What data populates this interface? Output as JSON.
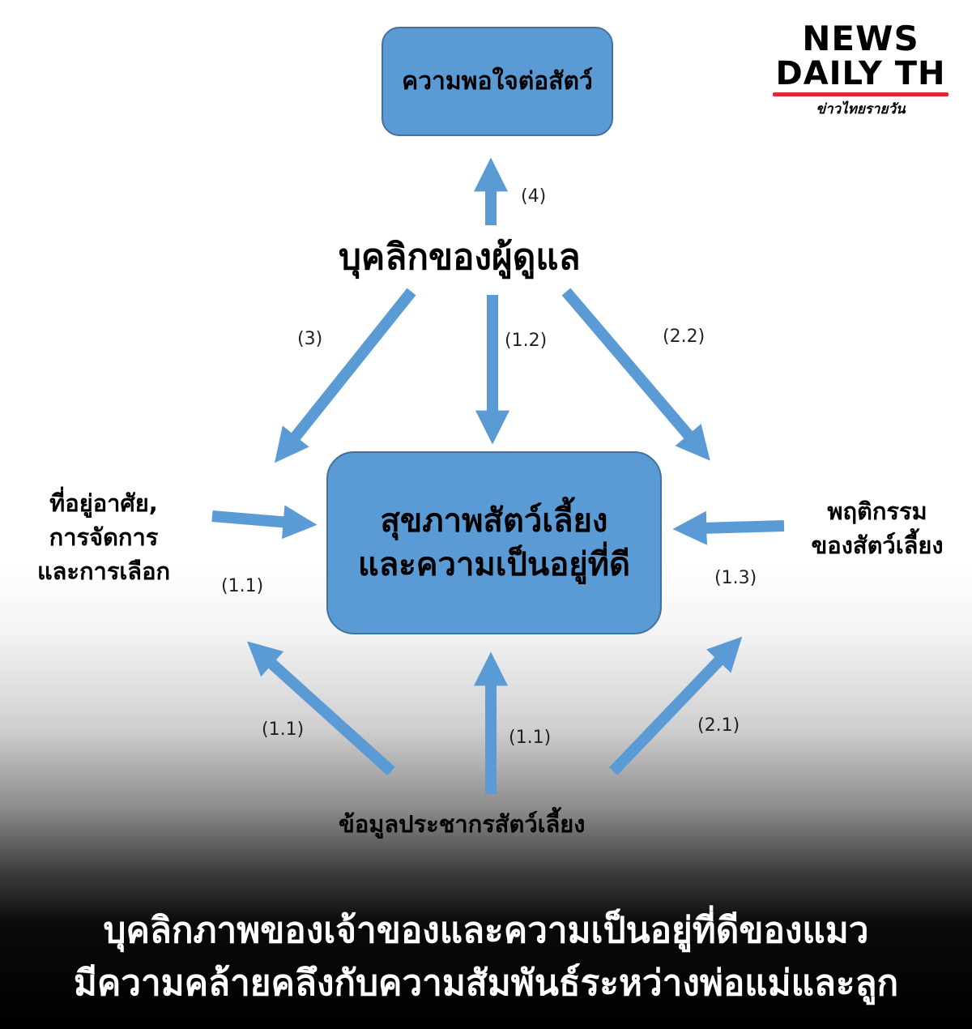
{
  "logo": {
    "line1": "NEWS",
    "line2": "DAILY TH",
    "tagline": "ข่าวไทยรายวัน",
    "accent": "#e3262d"
  },
  "diagram": {
    "top_box": "ความพอใจต่อสัตว์",
    "caregiver": "บุคลิกของผู้ดูแล",
    "center_line1": "สุขภาพสัตว์เลี้ยง",
    "center_line2": "และความเป็นอยู่ที่ดี",
    "left_line1": "ที่อยู่อาศัย,",
    "left_line2": "การจัดการ",
    "left_line3": "และการเลือก",
    "right_line1": "พฤติกรรม",
    "right_line2": "ของสัตว์เลี้ยง",
    "bottom": "ข้อมูลประชากรสัตว์เลี้ยง",
    "labels": {
      "to_top": "(4)",
      "to_left": "(3)",
      "to_center_from_caregiver": "(1.2)",
      "to_right": "(2.2)",
      "left_in": "(1.1)",
      "right_in": "(1.3)",
      "bottom_left": "(1.1)",
      "bottom_center": "(1.1)",
      "bottom_right": "(2.1)"
    },
    "box_color": "#5b9bd5",
    "arrow_color": "#5b9bd5"
  },
  "caption": {
    "line1": "บุคลิกภาพของเจ้าของและความเป็นอยู่ที่ดีของแมว",
    "line2": "มีความคล้ายคลึงกับความสัมพันธ์ระหว่างพ่อแม่และลูก"
  }
}
